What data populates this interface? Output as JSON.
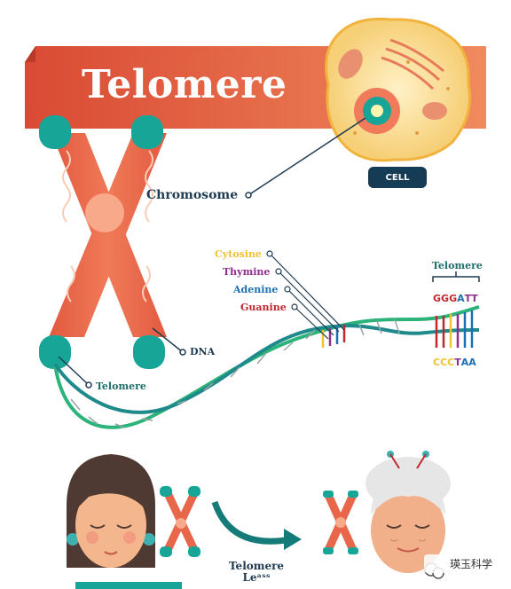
{
  "title": "Telomere",
  "labels": {
    "chromosome": "Chromosome",
    "cell": "CELL",
    "dna": "DNA",
    "telomere_left": "Telomere",
    "telomere_right": "Telomere",
    "cytosine": "Cytosine",
    "thymine": "Thymine",
    "adenine": "Adenine",
    "guanine": "Guanine",
    "telomere_loss": "Telomere\nLeᵃˢˢ"
  },
  "sequence": {
    "top": [
      "G",
      "G",
      "G",
      "A",
      "T",
      "T"
    ],
    "top_colors": [
      "#c1272d",
      "#c1272d",
      "#c1272d",
      "#1d6fb3",
      "#8e2e8c",
      "#8e2e8c"
    ],
    "bottom": [
      "C",
      "C",
      "C",
      "T",
      "A",
      "A"
    ],
    "bottom_colors": [
      "#f2c230",
      "#f2c230",
      "#f2c230",
      "#8e2e8c",
      "#1d6fb3",
      "#1d6fb3"
    ]
  },
  "watermark": "瑛玉科学",
  "colors": {
    "banner": "#e0553b",
    "chromosome": "#e8664a",
    "telomere_cap": "#1aa89a",
    "cytosine": "#f2c230",
    "thymine": "#8e2e8c",
    "adenine": "#1d6fb3",
    "guanine": "#c1272d",
    "cell_badge": "#163b55"
  }
}
